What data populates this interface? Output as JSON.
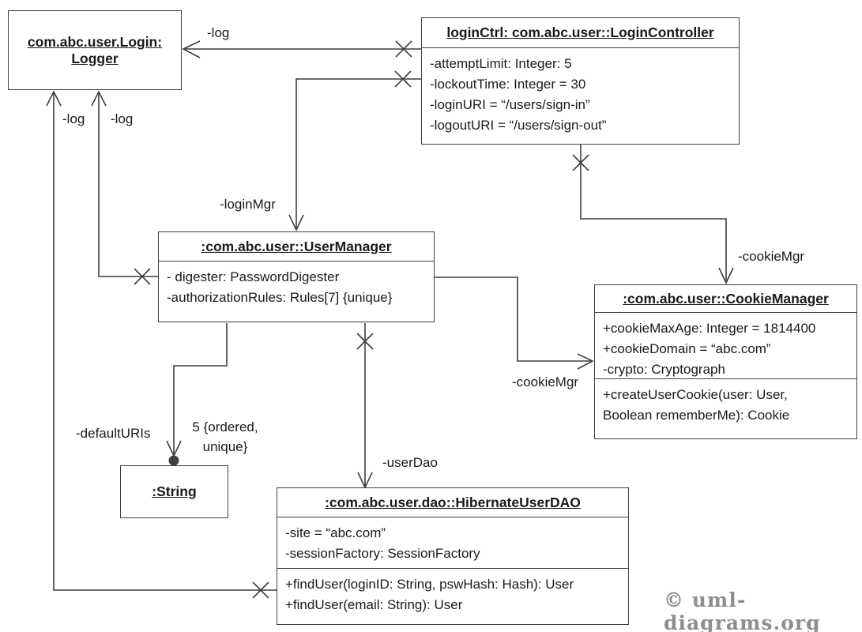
{
  "colors": {
    "line": "#3f3f3f",
    "text": "#1a1a1a",
    "copyright": "#8e8e8e",
    "background": "#ffffff"
  },
  "boxes": {
    "logger": {
      "title_line1": "com.abc.user.Login:",
      "title_line2": "Logger"
    },
    "login_controller": {
      "title": "loginCtrl: com.abc.user::LoginController",
      "attributes": [
        "-attemptLimit: Integer: 5",
        "-lockoutTime: Integer = 30",
        "-loginURI = “/users/sign-in”",
        "-logoutURI = “/users/sign-out”"
      ]
    },
    "user_manager": {
      "title": ":com.abc.user::UserManager",
      "attributes": [
        "- digester: PasswordDigester",
        "-authorizationRules: Rules[7] {unique}"
      ]
    },
    "cookie_manager": {
      "title": ":com.abc.user::CookieManager",
      "attributes": [
        "+cookieMaxAge: Integer = 1814400",
        "+cookieDomain = “abc.com”",
        "-crypto: Cryptograph"
      ],
      "operations": [
        "+createUserCookie(user: User,",
        "Boolean rememberMe): Cookie"
      ]
    },
    "string": {
      "title": ":String"
    },
    "hibernate_user_dao": {
      "title": ":com.abc.user.dao::HibernateUserDAO",
      "attributes": [
        "-site = “abc.com”",
        "-sessionFactory: SessionFactory"
      ],
      "operations": [
        "+findUser(loginID: String, pswHash: Hash): User",
        "+findUser(email: String): User"
      ]
    }
  },
  "labels": {
    "log_top": "-log",
    "log_left": "-log",
    "log_mid": "-log",
    "login_mgr": "-loginMgr",
    "cookie_mgr_right": "-cookieMgr",
    "cookie_mgr_mid": "-cookieMgr",
    "user_dao": "-userDao",
    "default_uris": "-defaultURIs",
    "multiplicity": "5 {ordered,\nunique}"
  },
  "copyright": "© uml-diagrams.org"
}
